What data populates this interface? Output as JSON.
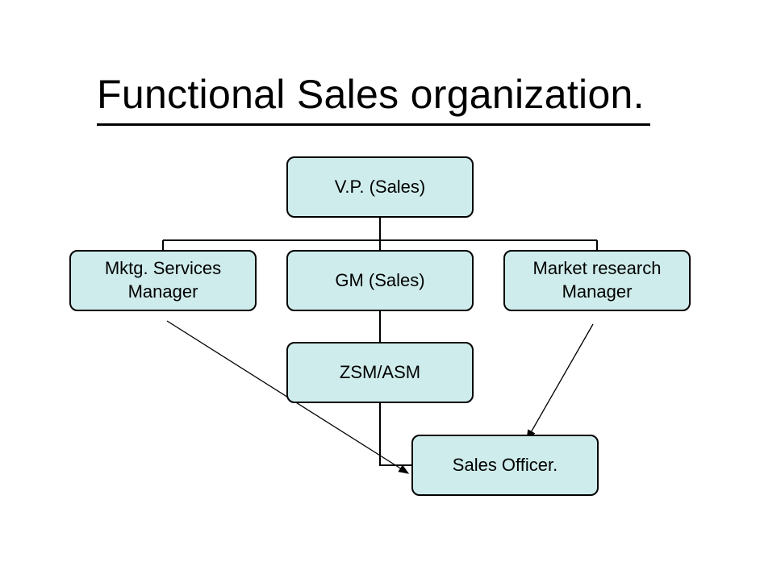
{
  "title": "Functional Sales organization.",
  "box_fill": "#cfecec",
  "nodes": {
    "vp": "V.P. (Sales)",
    "mktg": "Mktg. Services\nManager",
    "gm": "GM (Sales)",
    "research": "Market research\nManager",
    "zsm": "ZSM/ASM",
    "officer": "Sales Officer."
  }
}
